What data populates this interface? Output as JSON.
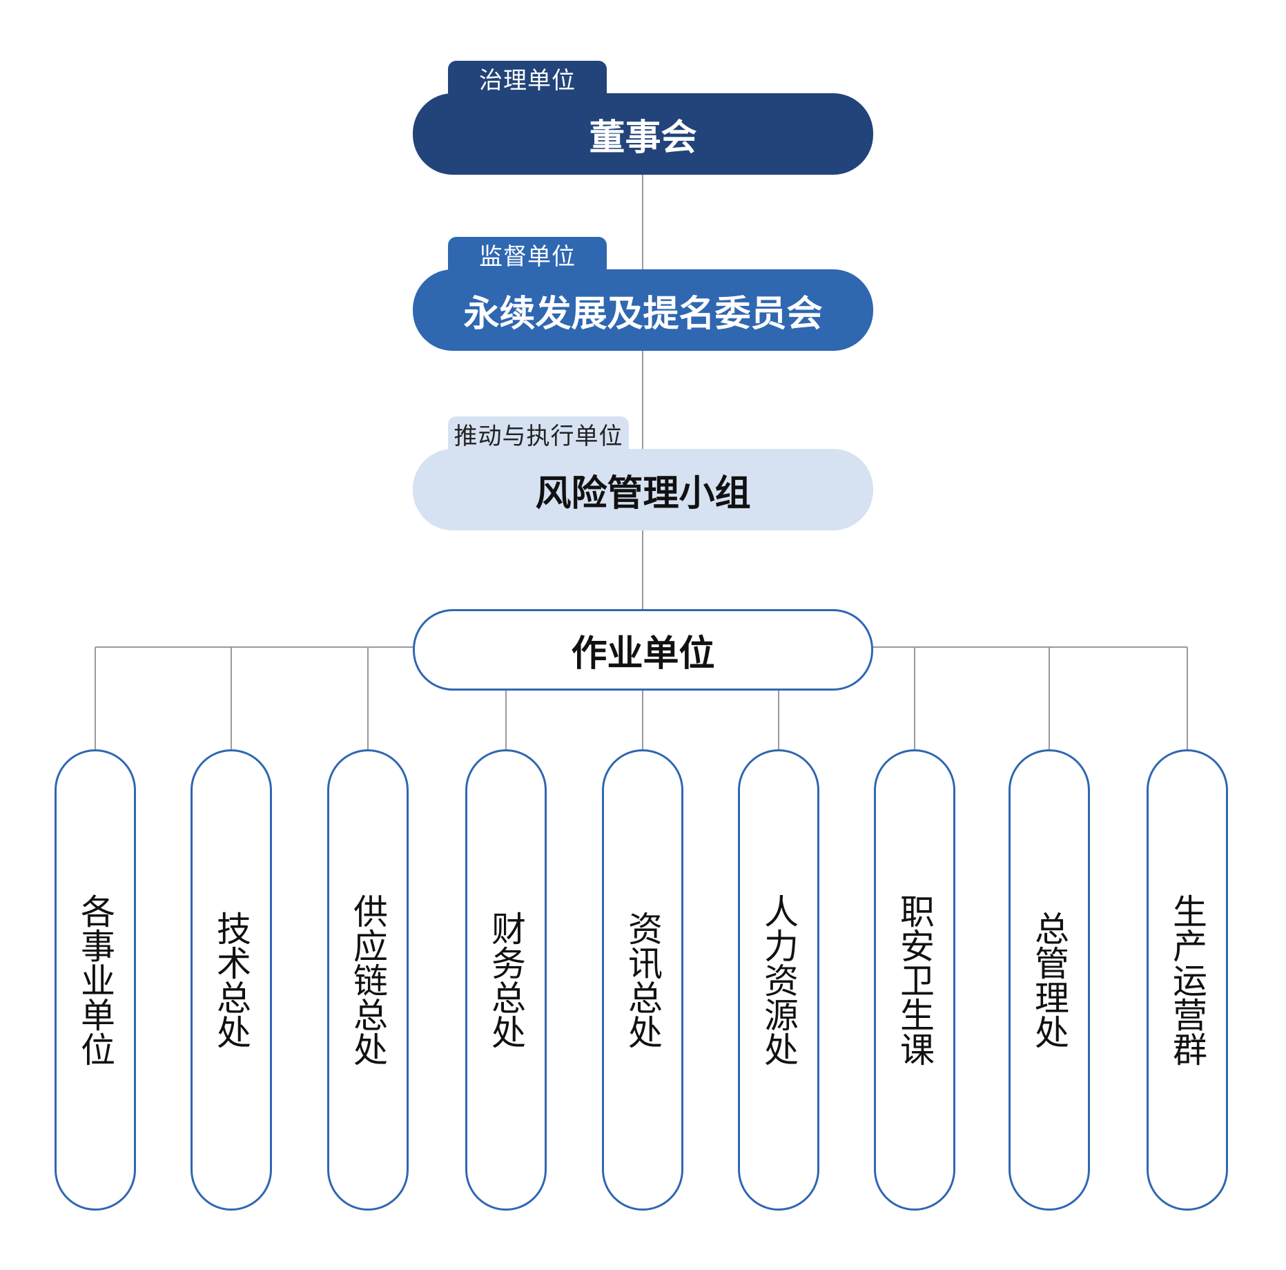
{
  "colors": {
    "governance": "#22447a",
    "supervisory": "#2f67b1",
    "execution": "#d6e2f2",
    "outline": "#2f67b1",
    "connector": "#999999"
  },
  "governance": {
    "tag": "治理单位",
    "title": "董事会"
  },
  "supervisory": {
    "tag": "监督单位",
    "title": "永续发展及提名委员会"
  },
  "execution": {
    "tag": "推动与执行单位",
    "title": "风险管理小组"
  },
  "operations": {
    "title": "作业单位",
    "units": [
      "各事业单位",
      "技术总处",
      "供应链总处",
      "财务总处",
      "资讯总处",
      "人力资源处",
      "职安卫生课",
      "总管理处",
      "生产运营群"
    ]
  }
}
